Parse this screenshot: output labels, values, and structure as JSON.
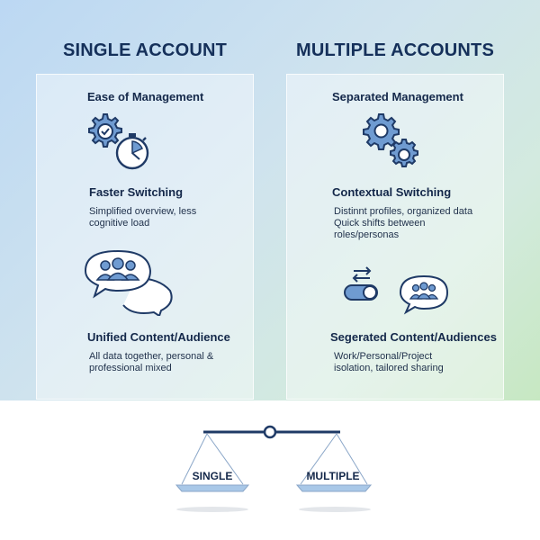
{
  "left": {
    "title": "SINGLE ACCOUNT",
    "sections": [
      {
        "heading": "Ease of Management",
        "text": ""
      },
      {
        "heading": "Faster Switching",
        "text": "Simplified overview, less cognitive load"
      },
      {
        "heading": "Unified Content/Audience",
        "text": "All data together, personal & professional mixed"
      }
    ]
  },
  "right": {
    "title": "MULTIPLE ACCOUNTS",
    "sections": [
      {
        "heading": "Separated Management",
        "text": ""
      },
      {
        "heading": "Contextual Switching",
        "text": "Distinnt profiles, organized data Quick shifts between roles/personas"
      },
      {
        "heading": "Segerated Content/Audiences",
        "text": "Work/Personal/Project isolation, tailored sharing"
      }
    ]
  },
  "scale": {
    "left_label": "SINGLE",
    "right_label": "MULTIPLE"
  },
  "icons": {
    "left_top": "gear-check-stopwatch-icon",
    "left_bottom": "speech-bubbles-people-icon",
    "right_top": "two-gears-icon",
    "right_bottom_a": "toggle-arrows-icon",
    "right_bottom_b": "speech-bubble-people-icon"
  },
  "colors": {
    "title": "#15305a",
    "icon_stroke": "#1f3a66",
    "icon_fill": "#6f9bd1"
  }
}
